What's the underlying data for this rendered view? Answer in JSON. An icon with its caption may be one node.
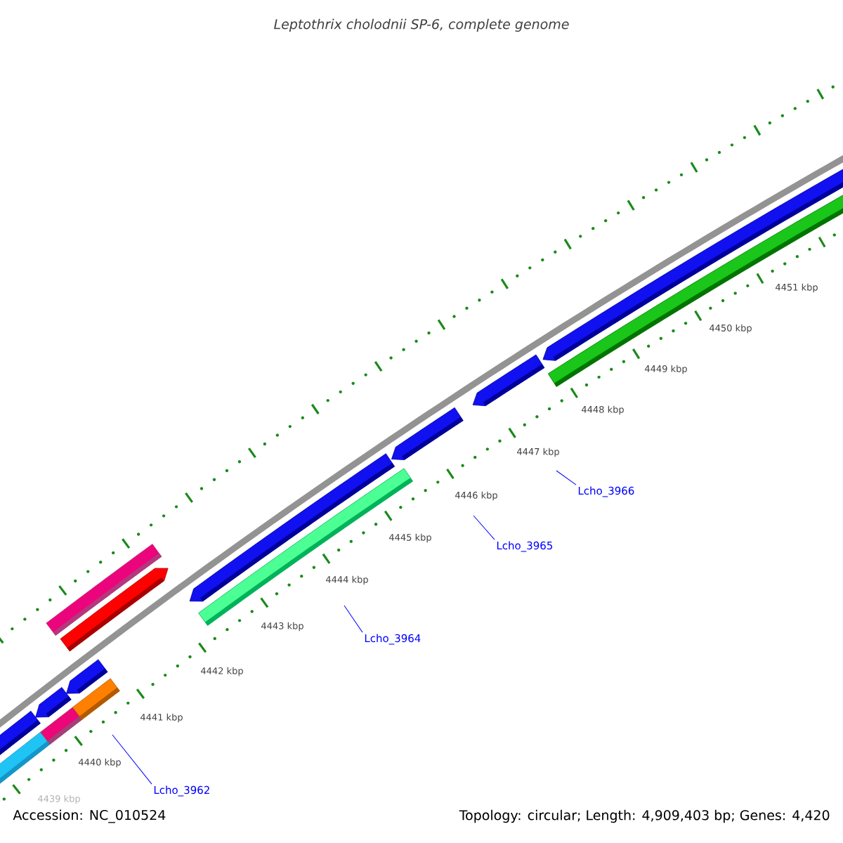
{
  "diagram": {
    "title": "Leptothrix cholodnii SP-6, complete genome",
    "nodes": [
      {
        "text": [
          "Lcho_3966"
        ]
      },
      {
        "text": [
          "Lcho_3965"
        ]
      },
      {
        "text": [
          "Lcho_3964"
        ]
      },
      {
        "text": [
          "Lcho_3962"
        ]
      }
    ],
    "edges": [
      {
        "from": 0,
        "to": null,
        "arrow": "none"
      },
      {
        "from": 1,
        "to": null,
        "arrow": "none"
      },
      {
        "from": 2,
        "to": null,
        "arrow": "none"
      },
      {
        "from": 3,
        "to": null,
        "arrow": "none"
      }
    ],
    "labels": [
      "4451 kbp",
      "4450 kbp",
      "4449 kbp",
      "4448 kbp",
      "4447 kbp",
      "4446 kbp",
      "4445 kbp",
      "4444 kbp",
      "4443 kbp",
      "4442 kbp",
      "4441 kbp",
      "4440 kbp",
      "4439 kbp",
      "Accession: NC_010524",
      "Topology: circular; Length: 4,909,403 bp; Genes: 4,420"
    ]
  }
}
